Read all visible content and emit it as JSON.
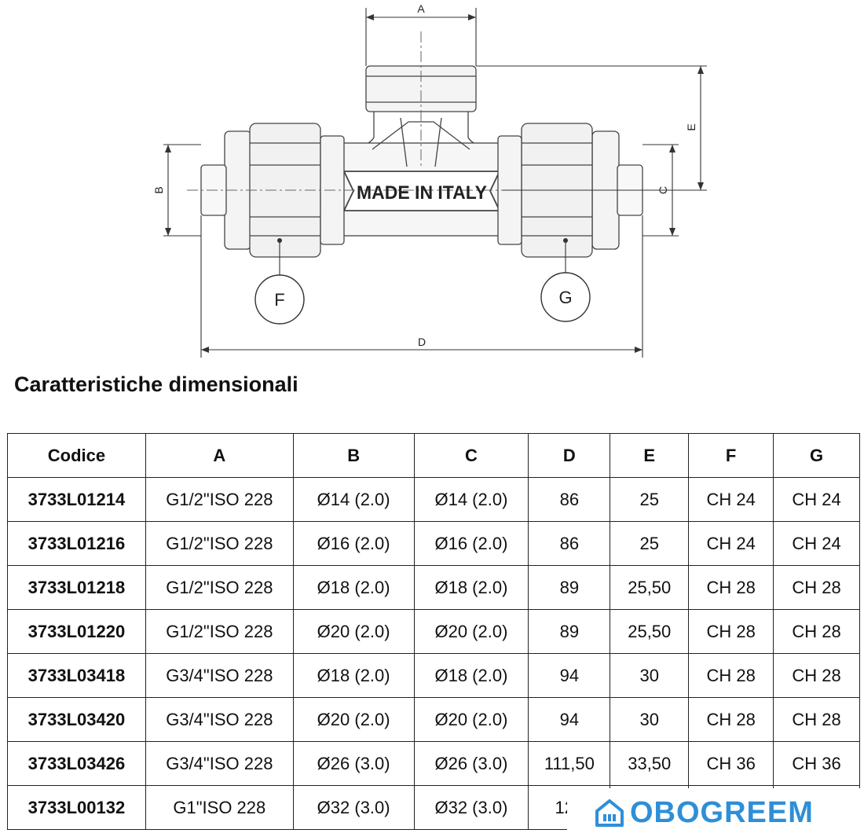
{
  "drawing": {
    "imprint": "MADE IN ITALY",
    "labels": {
      "a": "A",
      "b": "B",
      "c": "C",
      "d": "D",
      "e": "E",
      "f": "F",
      "g": "G"
    }
  },
  "section_title": "Caratteristiche dimensionali",
  "table": {
    "headers": [
      "Codice",
      "A",
      "B",
      "C",
      "D",
      "E",
      "F",
      "G"
    ],
    "rows": [
      [
        "3733L01214",
        "G1/2\"ISO 228",
        "Ø14 (2.0)",
        "Ø14 (2.0)",
        "86",
        "25",
        "CH 24",
        "CH 24"
      ],
      [
        "3733L01216",
        "G1/2\"ISO 228",
        "Ø16 (2.0)",
        "Ø16 (2.0)",
        "86",
        "25",
        "CH 24",
        "CH 24"
      ],
      [
        "3733L01218",
        "G1/2\"ISO 228",
        "Ø18 (2.0)",
        "Ø18 (2.0)",
        "89",
        "25,50",
        "CH 28",
        "CH 28"
      ],
      [
        "3733L01220",
        "G1/2\"ISO 228",
        "Ø20 (2.0)",
        "Ø20 (2.0)",
        "89",
        "25,50",
        "CH 28",
        "CH 28"
      ],
      [
        "3733L03418",
        "G3/4\"ISO 228",
        "Ø18 (2.0)",
        "Ø18 (2.0)",
        "94",
        "30",
        "CH 28",
        "CH 28"
      ],
      [
        "3733L03420",
        "G3/4\"ISO 228",
        "Ø20 (2.0)",
        "Ø20 (2.0)",
        "94",
        "30",
        "CH 28",
        "CH 28"
      ],
      [
        "3733L03426",
        "G3/4\"ISO 228",
        "Ø26 (3.0)",
        "Ø26 (3.0)",
        "111,50",
        "33,50",
        "CH 36",
        "CH 36"
      ],
      [
        "3733L00132",
        "G1\"ISO 228",
        "Ø32 (3.0)",
        "Ø32 (3.0)",
        "126",
        "",
        "",
        ""
      ]
    ]
  },
  "watermark": {
    "brand": "OBOGREEM",
    "icon": "house-icon",
    "color": "#2e8fd8"
  }
}
